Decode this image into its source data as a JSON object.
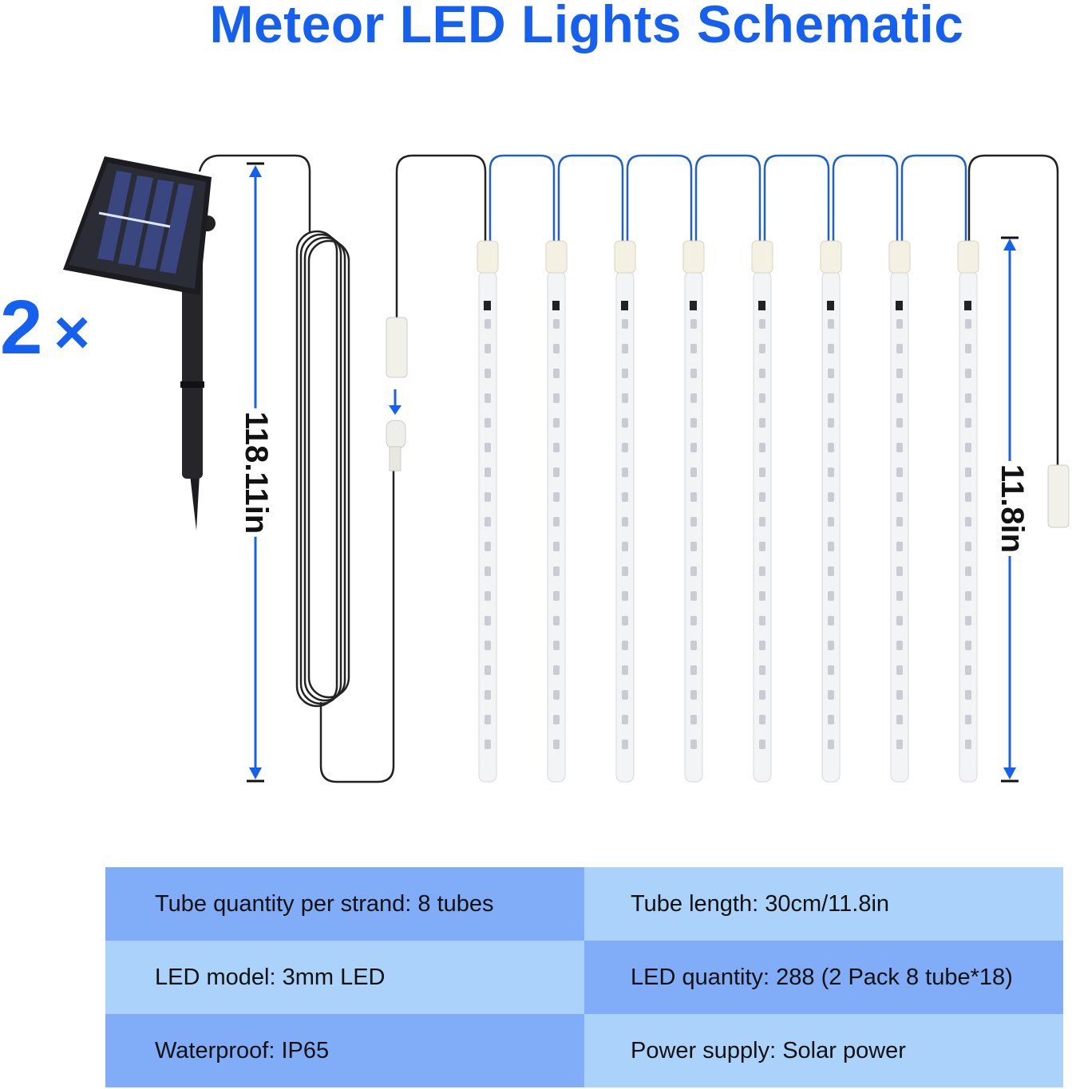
{
  "title": "Meteor LED Lights Schematic",
  "multiplier": {
    "count": "2",
    "symbol": "×"
  },
  "dimensions": {
    "cable_length": "118.11in",
    "tube_length": "11.8in"
  },
  "tube_count": 8,
  "colors": {
    "accent": "#1560ee",
    "row_dark": "#80acf8",
    "row_light": "#aad2fb"
  },
  "specs": [
    {
      "left": "Tube quantity per strand: 8 tubes",
      "right": "Tube length: 30cm/11.8in"
    },
    {
      "left": "LED model: 3mm LED",
      "right": "LED quantity: 288 (2 Pack 8 tube*18)"
    },
    {
      "left": "Waterproof: IP65",
      "right": "Power supply: Solar power"
    }
  ]
}
